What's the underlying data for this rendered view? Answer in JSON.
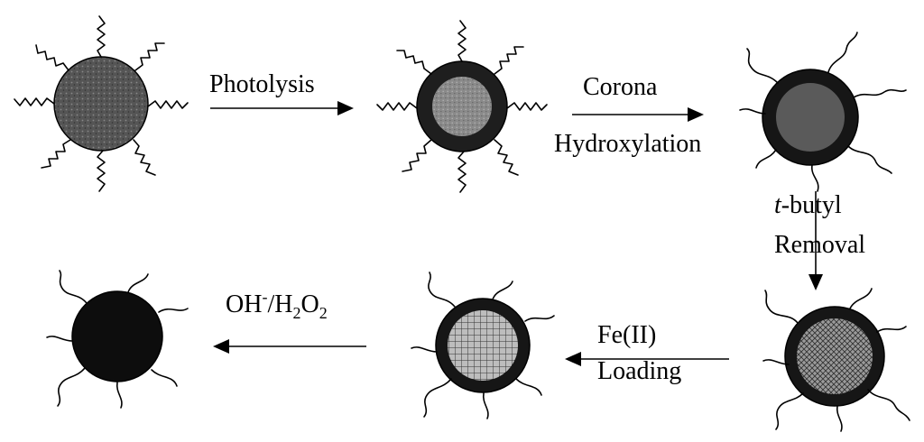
{
  "steps": {
    "photolysis": "Photolysis",
    "corona": "Corona",
    "hydroxylation": "Hydroxylation",
    "tbutyl_italic": "t",
    "tbutyl_rest": "-butyl",
    "removal": "Removal",
    "fe_ii": "Fe(II)",
    "loading": "Loading",
    "oh": "OH",
    "oh_sup": "-",
    "h": "/H",
    "sub2a": "2",
    "o": "O",
    "sub2b": "2"
  }
}
